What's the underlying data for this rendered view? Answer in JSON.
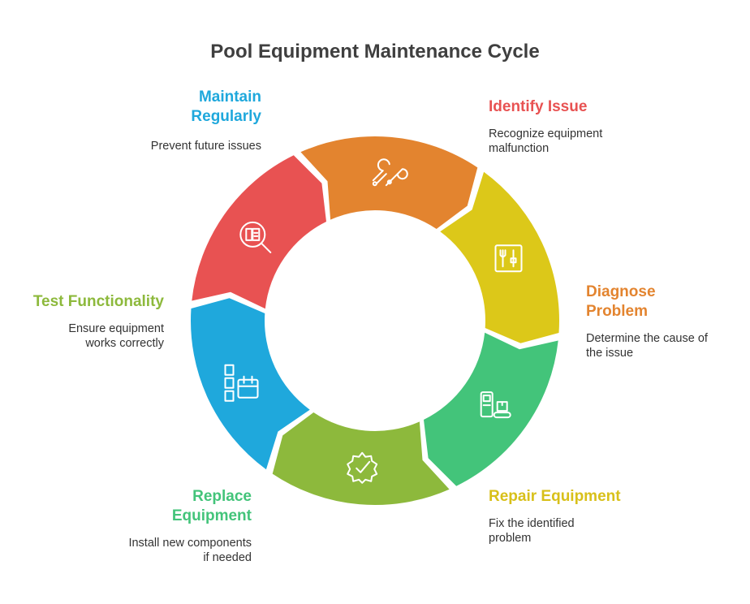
{
  "title": "Pool Equipment Maintenance Cycle",
  "steps": [
    {
      "title_lines": [
        "Identify Issue"
      ],
      "desc_lines": [
        "Recognize equipment",
        "malfunction"
      ],
      "color": "#e85252",
      "icon": "file-search-icon"
    },
    {
      "title_lines": [
        "Diagnose",
        "Problem"
      ],
      "desc_lines": [
        "Determine the cause of",
        "the issue"
      ],
      "color": "#e3842f",
      "icon": "wrench-icon"
    },
    {
      "title_lines": [
        "Repair Equipment"
      ],
      "desc_lines": [
        "Fix the identified",
        "problem"
      ],
      "color": "#dcc819",
      "icon": "control-panel-icon"
    },
    {
      "title_lines": [
        "Replace",
        "Equipment"
      ],
      "desc_lines": [
        "Install new components",
        "if needed"
      ],
      "color": "#43c47a",
      "icon": "machine-conveyor-icon"
    },
    {
      "title_lines": [
        "Test Functionality"
      ],
      "desc_lines": [
        "Ensure equipment",
        "works correctly"
      ],
      "color": "#8db93c",
      "icon": "gear-check-icon"
    },
    {
      "title_lines": [
        "Maintain",
        "Regularly"
      ],
      "desc_lines": [
        "Prevent future issues"
      ],
      "color": "#1fa8dc",
      "icon": "calendar-schedule-icon"
    }
  ]
}
